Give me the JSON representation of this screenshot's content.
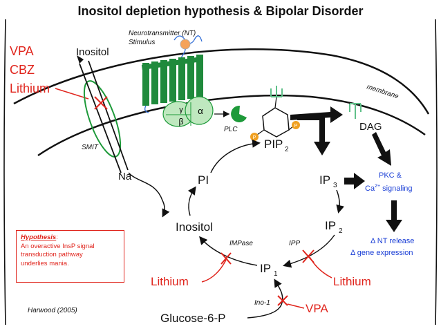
{
  "title": "Inositol depletion hypothesis & Bipolar Disorder",
  "inhibitors_left": [
    "VPA",
    "CBZ",
    "Lithium"
  ],
  "labels": {
    "inositol_top": "Inositol",
    "smit": "SMIT",
    "na": "Na",
    "nt_line1": "Neurotransmitter (NT)",
    "nt_line2": "Stimulus",
    "membrane": "membrane",
    "gamma": "γ",
    "alpha": "α",
    "beta": "β",
    "plc": "PLC",
    "dag": "DAG",
    "pip": "PIP",
    "pip_sub": "2",
    "ip3": "IP",
    "ip3_sub": "3",
    "ip2": "IP",
    "ip2_sub": "2",
    "ip1": "IP",
    "ip1_sub": "1",
    "pi": "PI",
    "inositol_cycle": "Inositol",
    "impase": "IMPase",
    "ipp": "IPP",
    "ino1": "Ino-1",
    "glucose": "Glucose-6-P",
    "lithium_left": "Lithium",
    "lithium_right": "Lithium",
    "vpa_bottom": "VPA",
    "p": "P",
    "citation": "Harwood (2005)"
  },
  "signaling": {
    "pkc_line1": "PKC &",
    "pkc_line2_a": "Ca",
    "pkc_line2_sup": "2+",
    "pkc_line2_b": " signaling",
    "nt_release": "Δ NT release",
    "gene_expression": "Δ gene expression"
  },
  "hypothesis": {
    "heading": "Hypothesis",
    "colon": ":",
    "lines": [
      "An overactive InsP signal",
      "transduction pathway",
      "underlies mania."
    ]
  },
  "colors": {
    "red": "#e0241c",
    "blue": "#1b3fd6",
    "green": "#1e9a3a",
    "receptor_green": "#1f8a3c",
    "phosphate_orange": "#f0a020"
  }
}
